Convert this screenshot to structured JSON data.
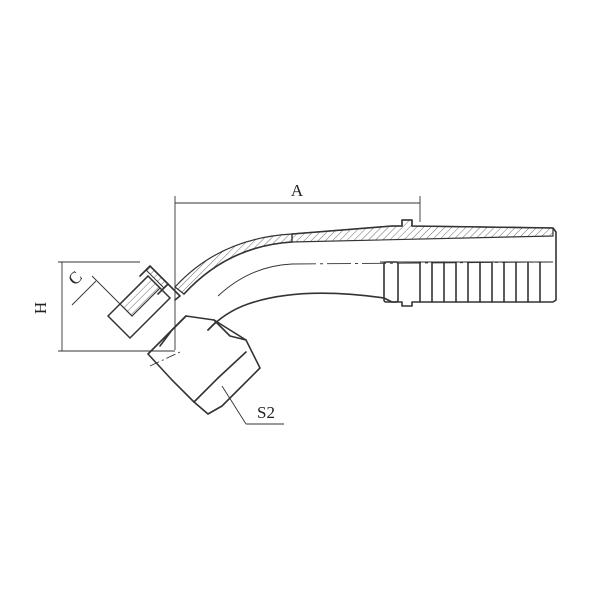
{
  "diagram": {
    "labels": {
      "a": "A",
      "h": "H",
      "c": "C",
      "s2": "S2"
    },
    "colors": {
      "line": "#333333",
      "background": "#ffffff"
    }
  }
}
